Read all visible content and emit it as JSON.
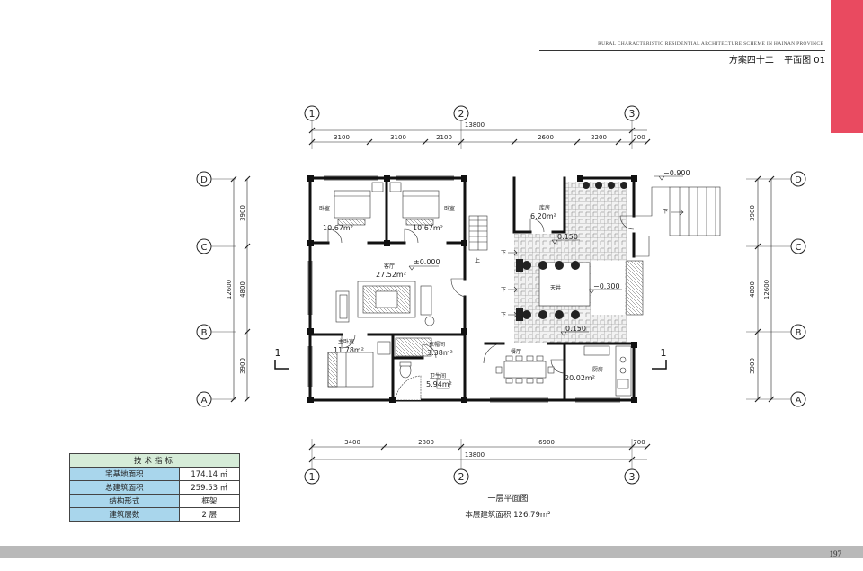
{
  "header": {
    "subtitle_en": "RURAL CHARACTERISTIC RESIDENTIAL ARCHITECTURE SCHEME IN HAINAN PROVINCE",
    "scheme": "方案四十二",
    "drawing": "平面图 01",
    "accent_color": "#e94a60"
  },
  "plan": {
    "axes_top": [
      "1",
      "2",
      "3"
    ],
    "axes_bottom": [
      "1",
      "2",
      "3"
    ],
    "axes_side": [
      "D",
      "C",
      "B",
      "A"
    ],
    "dims_top_total": "13800",
    "dims_top": [
      "3100",
      "3100",
      "2100",
      "2600",
      "2200",
      "700"
    ],
    "dims_bottom": [
      "3400",
      "2800",
      "6900",
      "700"
    ],
    "dims_bottom_total": "13800",
    "dims_left": [
      "3900",
      "4800",
      "3900"
    ],
    "dims_left_total": "12600",
    "dims_right": [
      "3900",
      "4800",
      "3900"
    ],
    "dims_right_total": "12600",
    "section_mark": "1",
    "rooms": [
      {
        "name": "卧室",
        "area": "10.67m²"
      },
      {
        "name": "卧室",
        "area": "10.67m²"
      },
      {
        "name": "客厅",
        "area": "27.52m²"
      },
      {
        "name": "库房",
        "area": "6.20m²"
      },
      {
        "name": "主卧室",
        "area": "11.78m²"
      },
      {
        "name": "衣帽间",
        "area": "3.38m²"
      },
      {
        "name": "卫生间",
        "area": "5.94m²"
      },
      {
        "name": "餐厅",
        "area": ""
      },
      {
        "name": "厨房",
        "area": "20.02m²"
      },
      {
        "name": "天井",
        "area": ""
      }
    ],
    "levels": [
      "−0.900",
      "±0.000",
      "0.150",
      "−0.300",
      "0.150"
    ],
    "labels_down": "下",
    "labels_up": "上"
  },
  "caption": {
    "title": "一层平面图",
    "area_text": "本层建筑面积 126.79m²"
  },
  "tech_table": {
    "title": "技术指标",
    "rows": [
      {
        "key": "宅基地面积",
        "value": "174.14 ㎡"
      },
      {
        "key": "总建筑面积",
        "value": "259.53 ㎡"
      },
      {
        "key": "结构形式",
        "value": "框架"
      },
      {
        "key": "建筑层数",
        "value": "2 层"
      }
    ]
  },
  "page_number": "197"
}
